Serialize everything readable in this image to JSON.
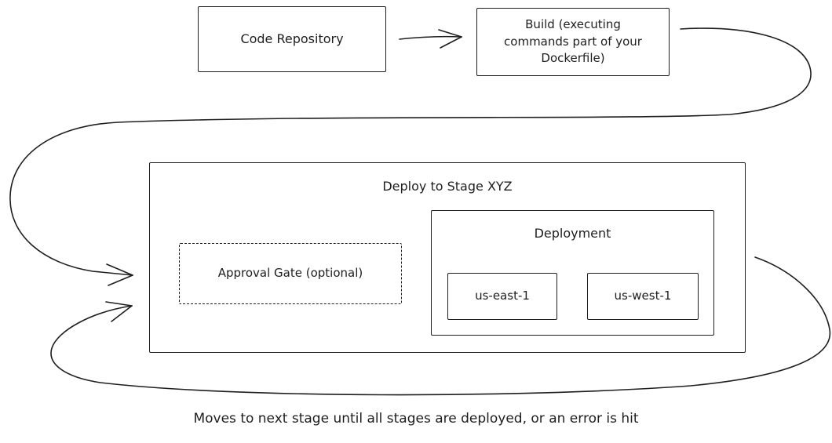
{
  "diagram": {
    "background_color": "#ffffff",
    "stroke_color": "#1e1e1e",
    "nodes": {
      "code_repository": {
        "label": "Code Repository"
      },
      "build": {
        "label": "Build (executing\ncommands part of your\nDockerfile)"
      },
      "deploy_stage": {
        "label": "Deploy to Stage XYZ"
      },
      "approval_gate": {
        "label": "Approval Gate (optional)"
      },
      "deployment": {
        "label": "Deployment"
      },
      "region_us_east_1": {
        "label": "us-east-1"
      },
      "region_us_west_1": {
        "label": "us-west-1"
      }
    },
    "arrows": [
      {
        "name": "code-repo-to-build",
        "from": "code_repository",
        "to": "build"
      },
      {
        "name": "build-to-deploy-stage",
        "from": "build",
        "to": "deploy_stage"
      },
      {
        "name": "deploy-stage-loop",
        "from": "deploy_stage",
        "to": "deploy_stage"
      }
    ],
    "caption": "Moves to next stage until all stages are deployed, or an error is hit"
  }
}
